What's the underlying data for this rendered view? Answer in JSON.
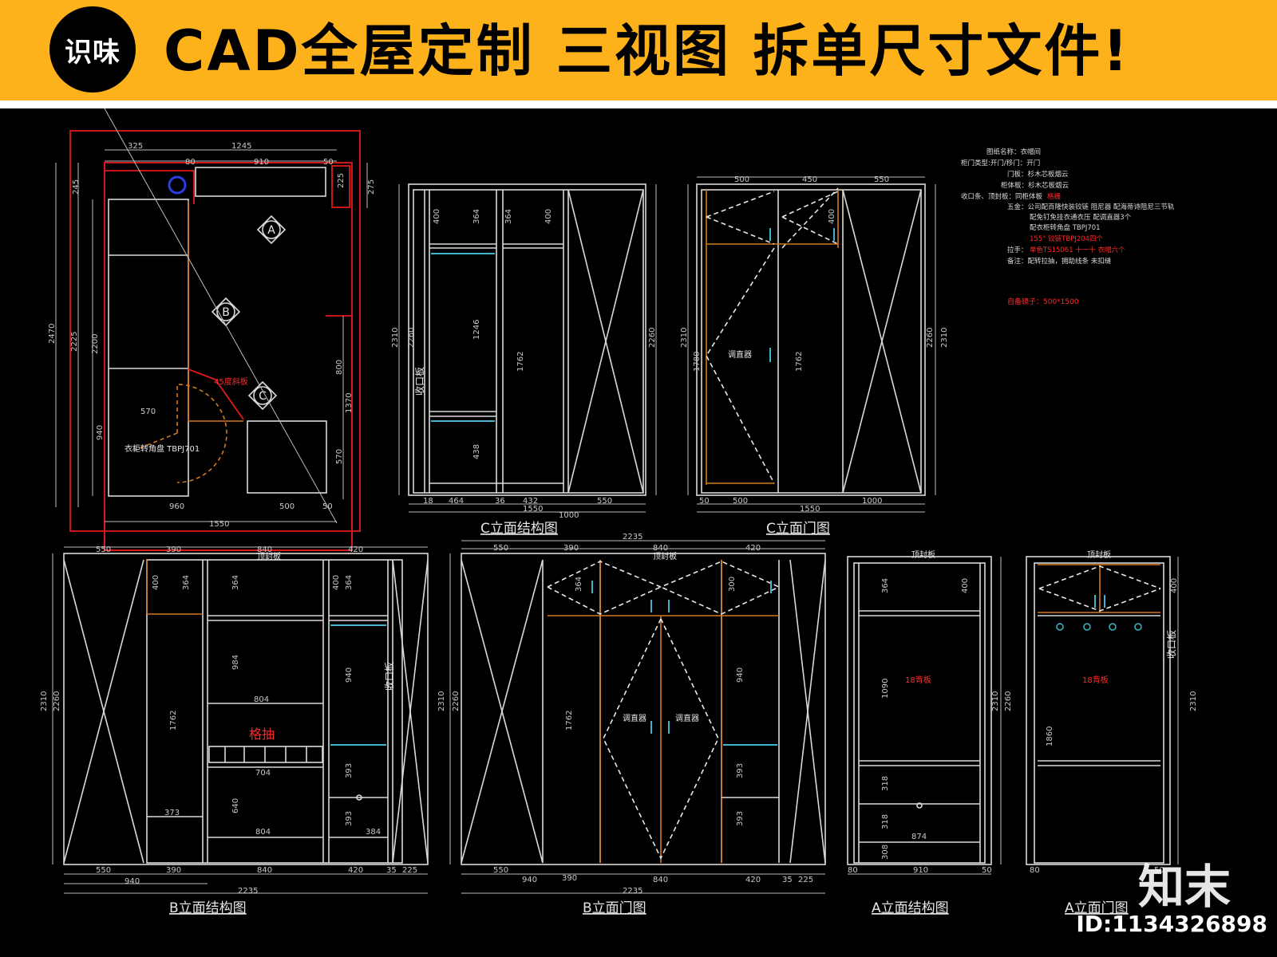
{
  "banner": {
    "logo_text": "识味",
    "headline": "CAD全屋定制 三视图 拆单尺寸文件!",
    "bg_color": "#fdb21c"
  },
  "plan": {
    "dims_top": [
      "325",
      "1245"
    ],
    "dims_second": [
      "80",
      "910",
      "50"
    ],
    "dims_left": [
      "245",
      "2470",
      "2225",
      "2200",
      "940"
    ],
    "dims_right": [
      "225",
      "275",
      "800",
      "1370",
      "570"
    ],
    "dims_bottom": [
      "960",
      "500",
      "50",
      "1550"
    ],
    "markers": [
      "A",
      "B",
      "C"
    ],
    "corner_label": "衣柜转角盘 TBPJ701",
    "dim_570": "570",
    "red_note": "45度斜板"
  },
  "notes": {
    "lines": [
      "图纸名称：衣帽间",
      "柜门类型:开门/移门：开门",
      "门板：杉木芯板烟云",
      "柜体板：杉木芯板烟云",
      "收口条、顶封板：同柜体板",
      "五金：公司配百隆快装铰链  阻尼器  配海蒂诗阻尼三节轨",
      "配免钉免挂衣通衣压  配调直器3个",
      "配衣柜转角盘 TBPJ701",
      "拉手：",
      "备注：配转拉抽，拥助线条 未扣缝"
    ],
    "red_lines": [
      "格栅",
      "155° 铰链TBPJ204四个",
      "单色TS15061  十一十  衣帽六个",
      "自备镜子：500*1500"
    ]
  },
  "views": [
    {
      "title": "C立面结构图"
    },
    {
      "title": "C立面门图"
    },
    {
      "title": "B立面结构图"
    },
    {
      "title": "B立面门图"
    },
    {
      "title": "A立面结构图"
    },
    {
      "title": "A立面门图"
    }
  ],
  "c_struct": {
    "top_dims": [],
    "left": [
      "2310",
      "2260"
    ],
    "right": [
      "2260"
    ],
    "inner": [
      "400",
      "364",
      "364",
      "400",
      "1246",
      "1762",
      "438"
    ],
    "bottom": [
      "18",
      "464",
      "36",
      "432",
      "550",
      "1550",
      "1000"
    ],
    "label_side": "收口板"
  },
  "c_door": {
    "top": [
      "500",
      "450",
      "550"
    ],
    "left": [
      "2310",
      "1780"
    ],
    "right": [
      "2260",
      "2310"
    ],
    "inner": [
      "400",
      "1762"
    ],
    "label": "调直器",
    "bottom": [
      "50",
      "500",
      "1550",
      "1000"
    ]
  },
  "b_struct": {
    "top": [
      "550",
      "390",
      "840",
      "420"
    ],
    "top_label": "顶封板",
    "left": [
      "2310",
      "2260"
    ],
    "inner": [
      "400",
      "364",
      "364",
      "400",
      "364",
      "984",
      "804",
      "1762",
      "704",
      "373",
      "640",
      "804",
      "940",
      "393",
      "393",
      "384"
    ],
    "red_label": "格抽",
    "bottom": [
      "550",
      "390",
      "840",
      "420",
      "35",
      "225",
      "940",
      "2235"
    ],
    "label_side": "收口板"
  },
  "b_door": {
    "top": [
      "550",
      "390",
      "840",
      "420",
      "2235"
    ],
    "top_label": "顶封板",
    "left": [
      "2310",
      "2260"
    ],
    "inner": [
      "364",
      "300",
      "1762",
      "940",
      "393",
      "393"
    ],
    "labels": [
      "调直器",
      "调直器"
    ],
    "bottom": [
      "550",
      "390",
      "840",
      "420",
      "35",
      "225",
      "940",
      "2235"
    ]
  },
  "a_struct": {
    "top_label": "顶封板",
    "left": [
      "364",
      "1090",
      "318",
      "318",
      "308"
    ],
    "right": [
      "400",
      "2310",
      "2260"
    ],
    "red_label": "18背板",
    "bottom": [
      "80",
      "910",
      "50",
      "874"
    ]
  },
  "a_door": {
    "top_label": "顶封板",
    "left": [
      "1860",
      "2310"
    ],
    "right": [
      "400"
    ],
    "red_label": "18背板",
    "label_side": "收口板",
    "bottom": [
      "80",
      "50"
    ]
  },
  "footer": {
    "brand": "知末",
    "id": "ID:1134326898"
  },
  "colors": {
    "cad_white": "#d9d9d9",
    "cad_red": "#e0191b",
    "cad_orange": "#d4781e",
    "cad_cyan": "#3fb5c9"
  }
}
